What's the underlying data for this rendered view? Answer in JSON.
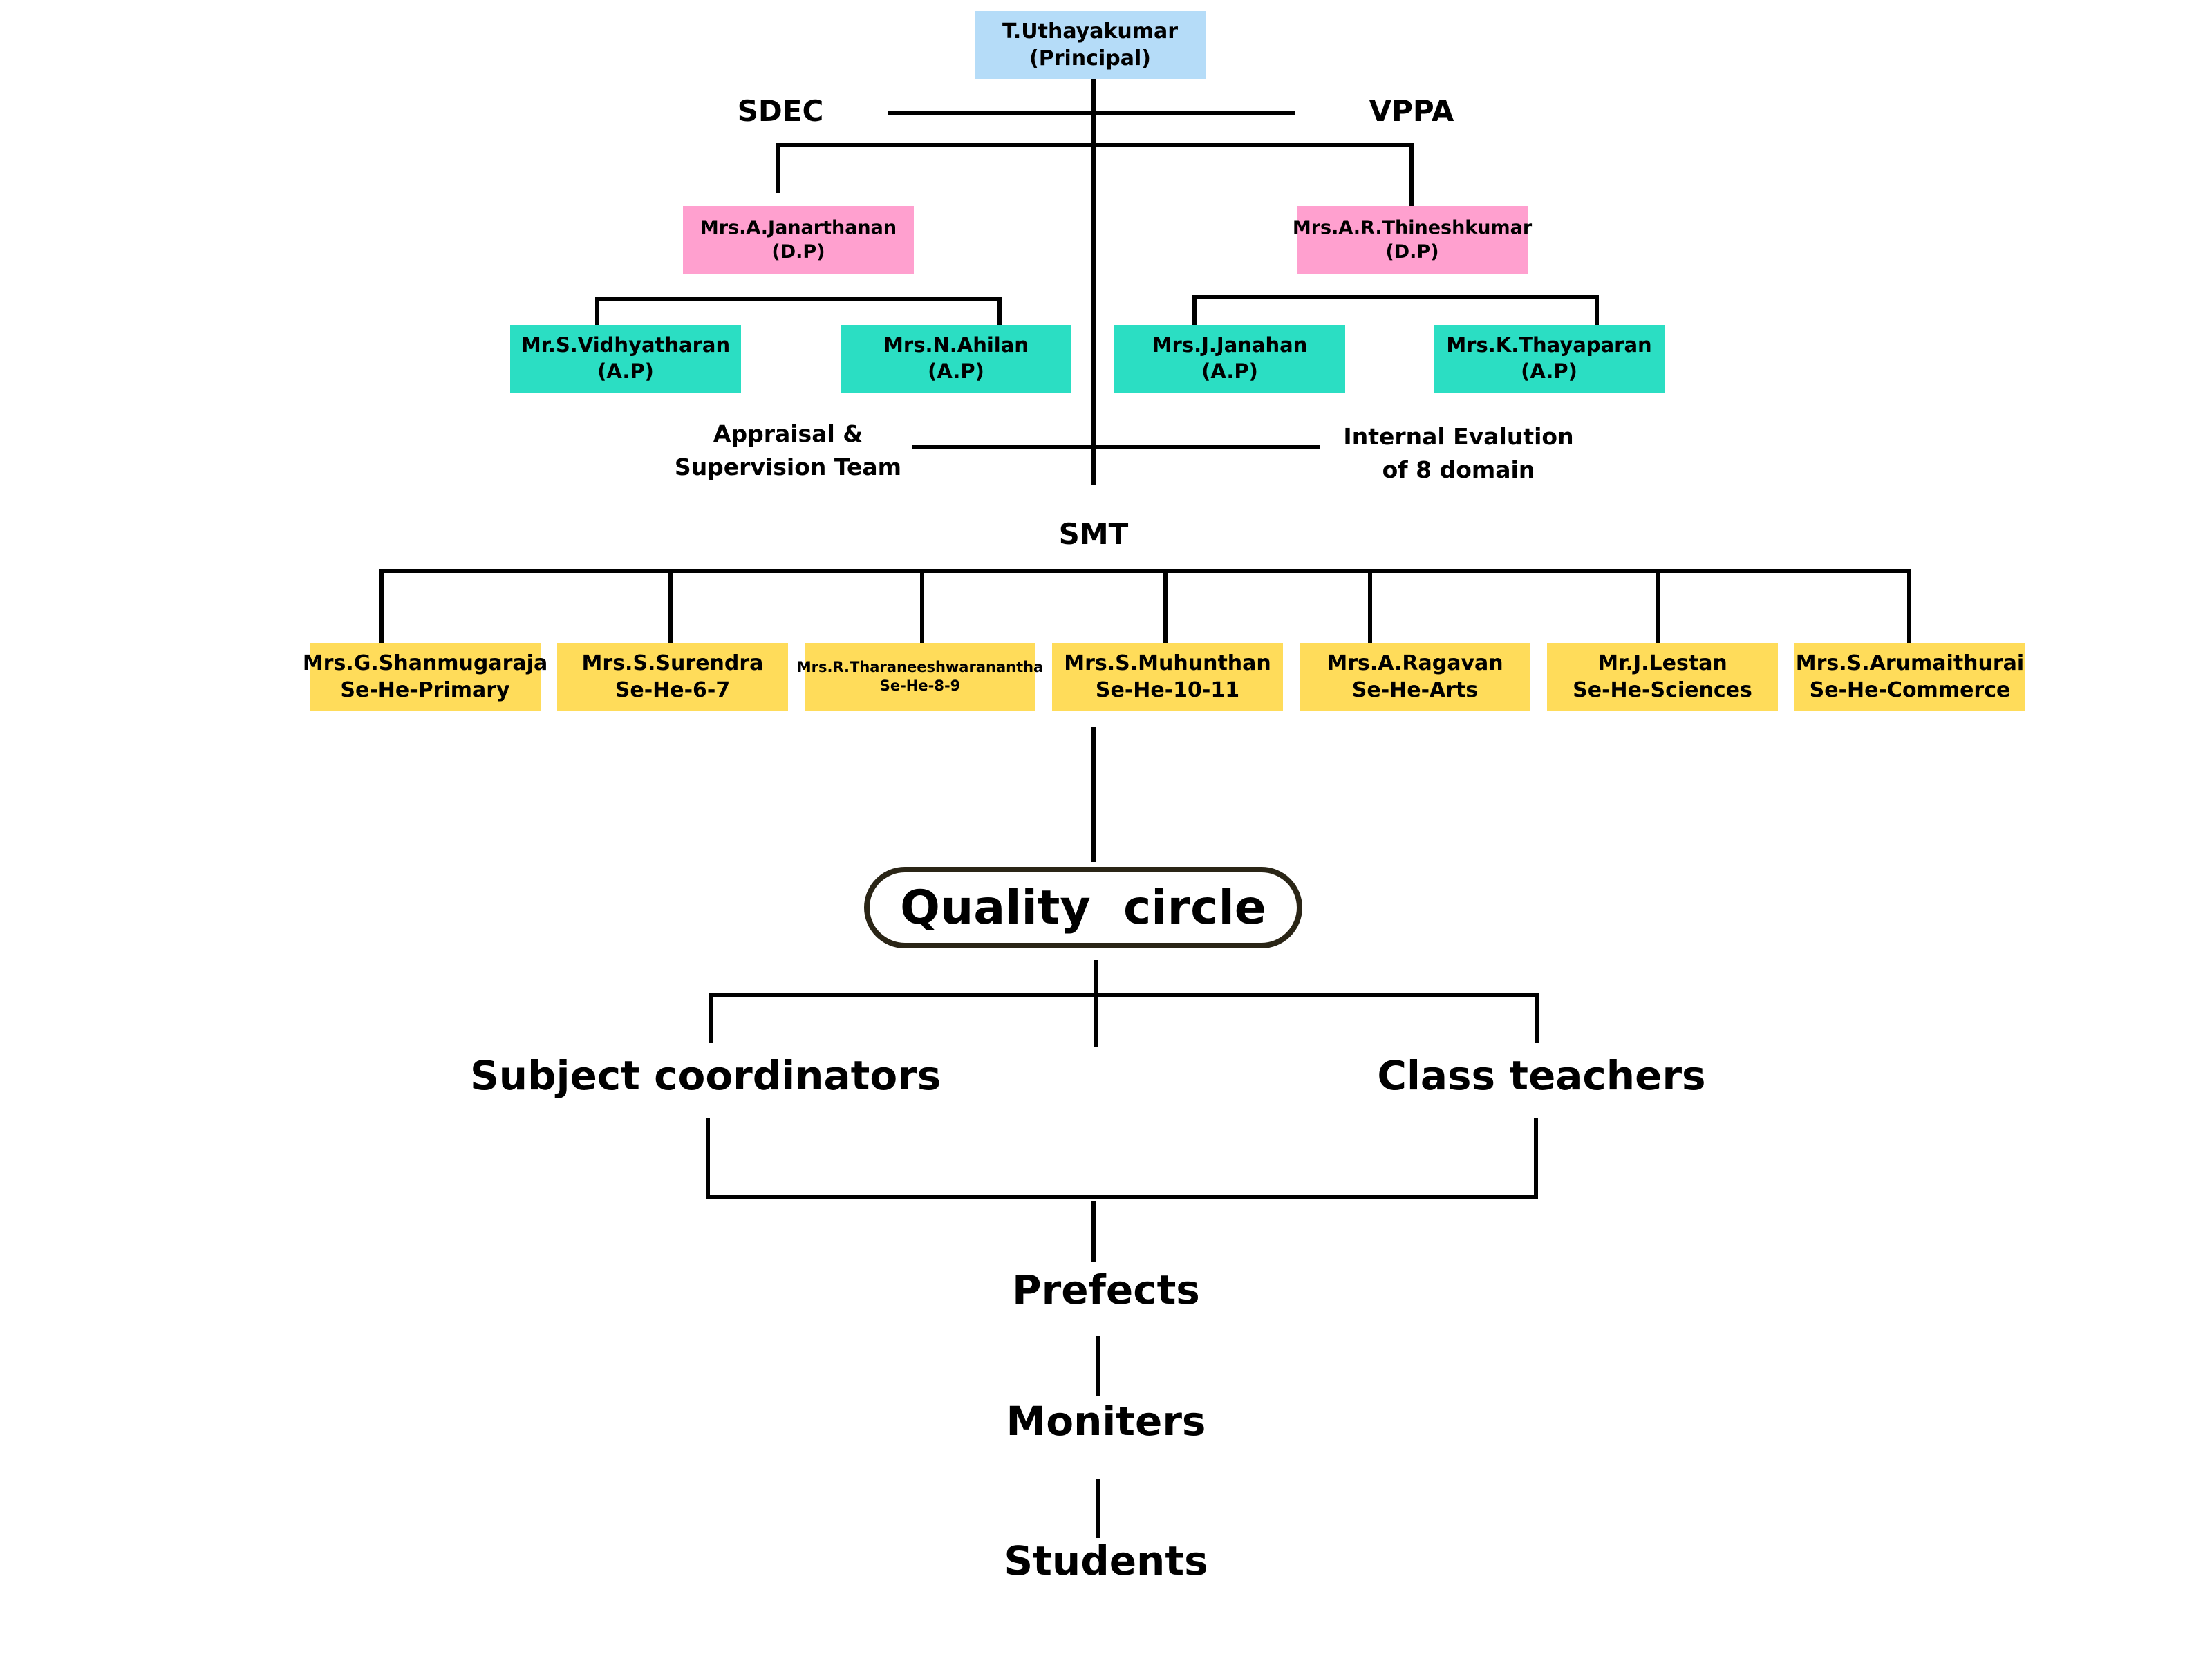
{
  "principal": {
    "name": "T.Uthayakumar",
    "role": "(Principal)"
  },
  "committees": {
    "left": "SDEC",
    "right": "VPPA"
  },
  "deputy_principals": [
    {
      "name": "Mrs.A.Janarthanan",
      "role": "(D.P)"
    },
    {
      "name": "Mrs.A.R.Thineshkumar",
      "role": "(D.P)"
    }
  ],
  "assistant_principals": [
    {
      "name": "Mr.S.Vidhyatharan",
      "role": "(A.P)"
    },
    {
      "name": "Mrs.N.Ahilan",
      "role": "(A.P)"
    },
    {
      "name": "Mrs.J.Janahan",
      "role": "(A.P)"
    },
    {
      "name": "Mrs.K.Thayaparan",
      "role": "(A.P)"
    }
  ],
  "teams": {
    "left": [
      "Appraisal &",
      "Supervision Team"
    ],
    "right": [
      "Internal Evalution",
      "of 8 domain"
    ]
  },
  "smt": {
    "label": "SMT",
    "members": [
      {
        "name": "Mrs.G.Shanmugaraja",
        "role": "Se-He-Primary"
      },
      {
        "name": "Mrs.S.Surendra",
        "role": "Se-He-6-7"
      },
      {
        "name": "Mrs.R.Tharaneeshwaranantha",
        "role": "Se-He-8-9"
      },
      {
        "name": "Mrs.S.Muhunthan",
        "role": "Se-He-10-11"
      },
      {
        "name": "Mrs.A.Ragavan",
        "role": "Se-He-Arts"
      },
      {
        "name": "Mr.J.Lestan",
        "role": "Se-He-Sciences"
      },
      {
        "name": "Mrs.S.Arumaithurai",
        "role": "Se-He-Commerce"
      }
    ]
  },
  "quality_circle": "Quality  circle",
  "coordinators": {
    "left": "Subject coordinators",
    "right": "Class teachers"
  },
  "hierarchy": [
    "Prefects",
    "Moniters",
    "Students"
  ],
  "colors": {
    "principal": "#b5dcf8",
    "deputy_principal": "#ffa0cf",
    "assistant_principal": "#2bdec3",
    "section_head": "#ffdc5a",
    "line": "#000000"
  }
}
